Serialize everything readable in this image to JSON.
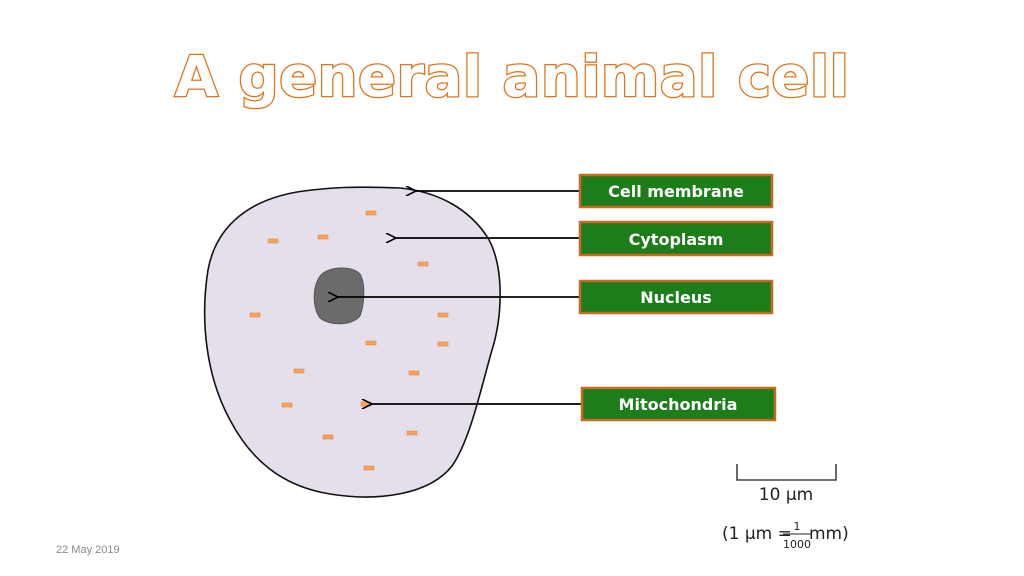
{
  "title": "A general animal cell",
  "labels": [
    {
      "id": "cell-membrane",
      "text": "Cell membrane"
    },
    {
      "id": "cytoplasm",
      "text": "Cytoplasm"
    },
    {
      "id": "nucleus",
      "text": "Nucleus"
    },
    {
      "id": "mitochondria",
      "text": "Mitochondria"
    }
  ],
  "scale": {
    "length_label": "10 µm",
    "conversion_prefix": "(1 µm = ",
    "fraction_numerator": "1",
    "fraction_denominator": "1000",
    "conversion_suffix": " mm)"
  },
  "footer": {
    "date": "22 May 2019"
  },
  "colors": {
    "title_outline": "#e0751b",
    "label_fill": "#1d7d1b",
    "label_border": "#c76a22",
    "cell_fill": "#e5dfec",
    "nucleus_fill": "#6b6b6b",
    "mitochondria_fill": "#f4a460"
  }
}
